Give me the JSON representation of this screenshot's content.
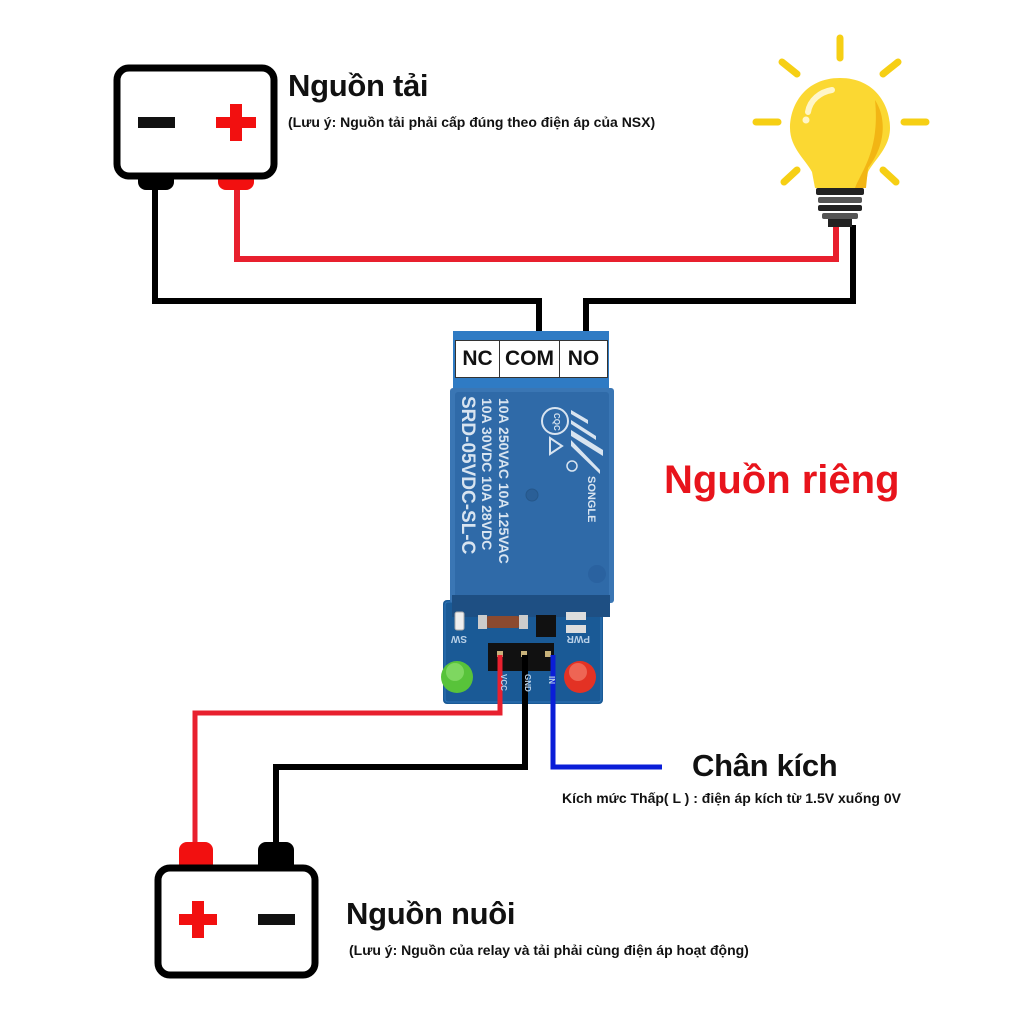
{
  "load_supply": {
    "title": "Nguồn tải",
    "note": "(Lưu ý: Nguồn tải phải cấp đúng theo điện áp của NSX)",
    "terminals": [
      "-",
      "+"
    ]
  },
  "separate_supply_label": "Nguồn riêng",
  "relay": {
    "terminals": [
      "NC",
      "COM",
      "NO"
    ],
    "markings": {
      "rating_line_1": "10A 250VAC  10A 125VAC",
      "rating_line_2": "10A  30VDC  10A  28VDC",
      "model": "SRD-05VDC-SL-C",
      "brand": "SONGLE",
      "cert": "CQC"
    },
    "board_labels": {
      "sw": "SW",
      "pwr": "PWR",
      "vcc": "VCC",
      "gnd": "GND",
      "in": "IN"
    }
  },
  "trigger": {
    "title": "Chân kích",
    "note": "Kích mức Thấp( L ) : điện áp kích từ 1.5V xuống 0V"
  },
  "relay_supply": {
    "title": "Nguồn nuôi",
    "note": "(Lưu ý: Nguồn của relay và tải phải cùng điện áp hoạt động)",
    "terminals": [
      "+",
      "-"
    ]
  },
  "colors": {
    "wire_red": "#e8202e",
    "wire_black": "#000000",
    "wire_blue": "#0a1ed8",
    "bulb_yellow": "#fbd832",
    "relay_blue": "#2f6aa8",
    "pcb_blue": "#1a5a96",
    "title_red": "#e8141c"
  }
}
